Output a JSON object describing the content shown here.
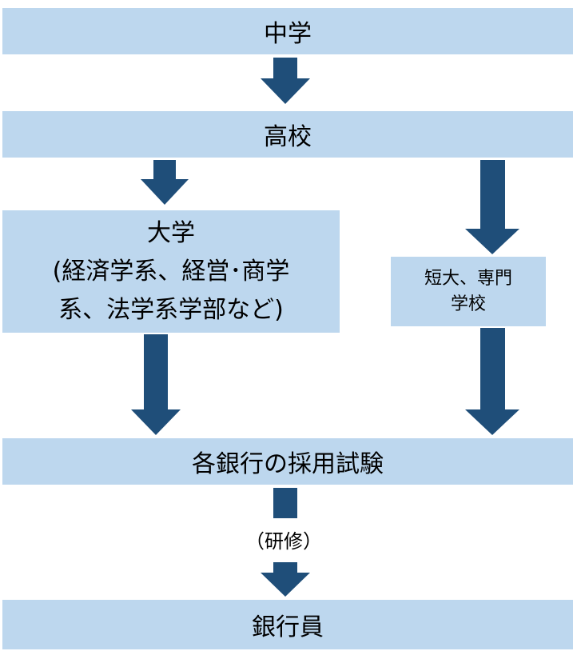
{
  "nodes": {
    "middle_school": "中学",
    "high_school": "高校",
    "university": {
      "line1": "大学",
      "line2": "(経済学系、経営･商学",
      "line3": "系、法学系学部など)"
    },
    "junior_college": {
      "line1": "短大、専門",
      "line2": "学校"
    },
    "bank_exam": "各銀行の採用試験",
    "banker": "銀行員"
  },
  "edge_labels": {
    "training": "（研修）"
  },
  "colors": {
    "box_fill": "#bdd7ee",
    "arrow_fill": "#1f4e79"
  }
}
